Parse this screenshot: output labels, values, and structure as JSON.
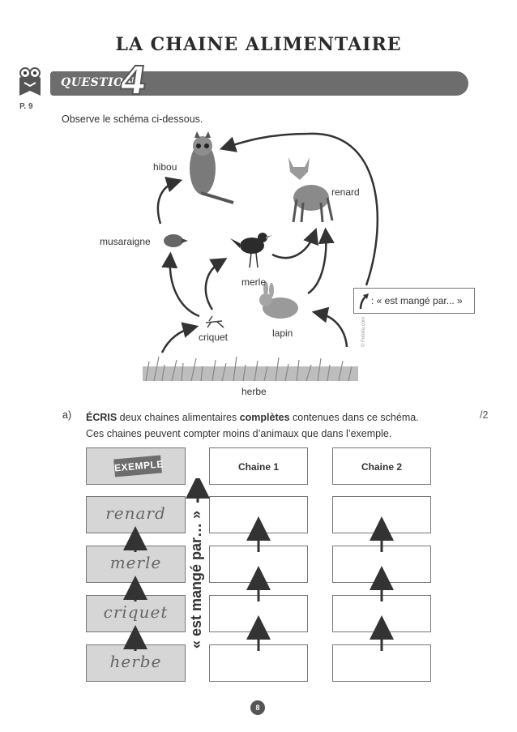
{
  "title": "LA CHAINE ALIMENTAIRE",
  "question": {
    "label": "QUESTION",
    "number": "4"
  },
  "page_ref": "P. 9",
  "intro": "Observe le schéma ci-dessous.",
  "diagram": {
    "labels": {
      "hibou": "hibou",
      "renard": "renard",
      "musaraigne": "musaraigne",
      "merle": "merle",
      "criquet": "criquet",
      "lapin": "lapin",
      "herbe": "herbe"
    },
    "legend": ": « est mangé par... »",
    "credit": "© Fotolia.com"
  },
  "exercise": {
    "letter": "a)",
    "instruction_bold_1": "ÉCRIS",
    "instruction_part_1": " deux chaines alimentaires ",
    "instruction_bold_2": "complètes",
    "instruction_part_2": " contenues dans ce schéma.",
    "instruction_line_2": "Ces chaines peuvent compter moins d’animaux que dans l’exemple.",
    "score": "/2"
  },
  "table": {
    "example_label": "EXEMPLE",
    "chain1_label": "Chaine 1",
    "chain2_label": "Chaine 2",
    "example_items": [
      "renard",
      "merle",
      "criquet",
      "herbe"
    ],
    "arrow_label": "« est mangé par… »"
  },
  "page_number": "8",
  "colors": {
    "bar": "#6d6d6d",
    "box_grey": "#d6d6d6",
    "text": "#333333"
  }
}
